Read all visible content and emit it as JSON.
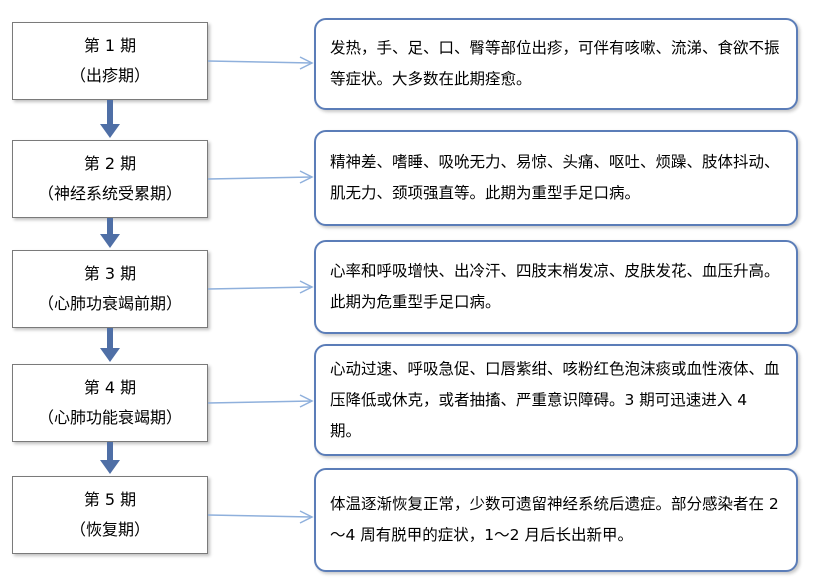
{
  "stages": [
    {
      "title": "第 1 期",
      "subtitle": "（出疹期）",
      "description": "发热，手、足、口、臀等部位出疹，可伴有咳嗽、流涕、食欲不振等症状。大多数在此期痊愈。"
    },
    {
      "title": "第 2 期",
      "subtitle": "（神经系统受累期）",
      "description": "精神差、嗜睡、吸吮无力、易惊、头痛、呕吐、烦躁、肢体抖动、肌无力、颈项强直等。此期为重型手足口病。"
    },
    {
      "title": "第 3 期",
      "subtitle": "（心肺功衰竭前期）",
      "description": "心率和呼吸增快、出冷汗、四肢末梢发凉、皮肤发花、血压升高。此期为危重型手足口病。"
    },
    {
      "title": "第 4 期",
      "subtitle": "（心肺功能衰竭期）",
      "description": "心动过速、呼吸急促、口唇紫绀、咳粉红色泡沫痰或血性液体、血压降低或休克，或者抽搐、严重意识障碍。3 期可迅速进入 4 期。"
    },
    {
      "title": "第 5 期",
      "subtitle": "（恢复期）",
      "description": "体温逐渐恢复正常，少数可遗留神经系统后遗症。部分感染者在 2～4 周有脱甲的症状，1～2 月后长出新甲。"
    }
  ],
  "colors": {
    "stage_border": "#7a7a7a",
    "desc_border": "#5b7db8",
    "down_arrow": "#4f6fa6",
    "link_arrow": "#8fb0dc"
  }
}
